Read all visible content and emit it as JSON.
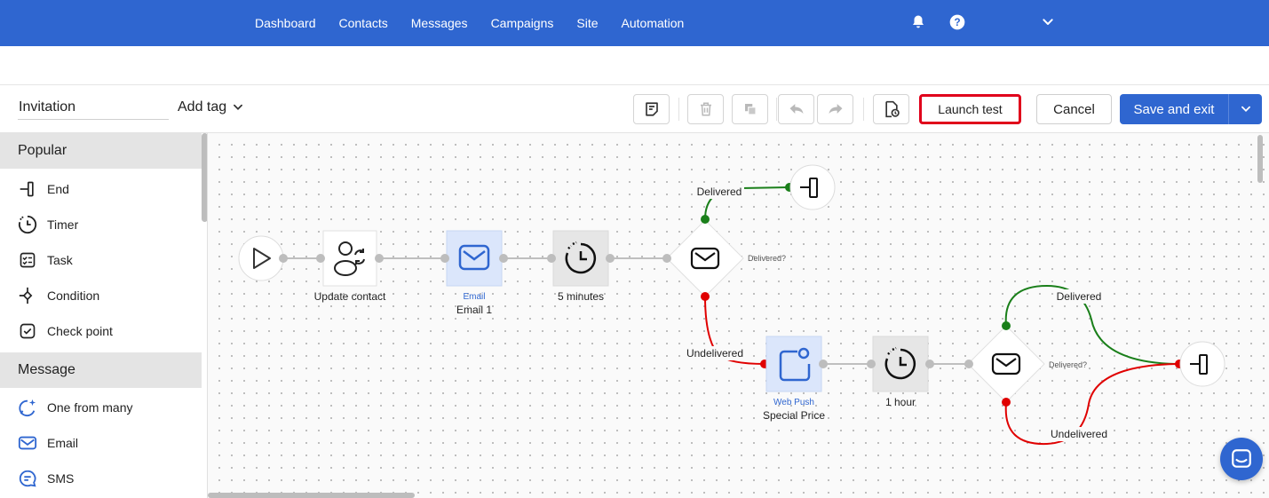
{
  "nav": {
    "items": [
      "Dashboard",
      "Contacts",
      "Messages",
      "Campaigns",
      "Site",
      "Automation"
    ],
    "icons": [
      "bell-icon",
      "help-icon",
      "chevron-down-icon"
    ]
  },
  "toolbar": {
    "name_value": "Invitation",
    "add_tag_label": "Add tag",
    "launch_test_label": "Launch test",
    "cancel_label": "Cancel",
    "save_label": "Save and exit",
    "icons": [
      "notes-icon",
      "trash-icon",
      "copy-icon",
      "undo-icon",
      "redo-icon",
      "restore-icon"
    ]
  },
  "sidebar": {
    "sections": [
      {
        "title": "Popular",
        "items": [
          {
            "label": "End",
            "icon": "end-icon"
          },
          {
            "label": "Timer",
            "icon": "timer-icon"
          },
          {
            "label": "Task",
            "icon": "task-icon"
          },
          {
            "label": "Condition",
            "icon": "condition-icon"
          },
          {
            "label": "Check point",
            "icon": "checkpoint-icon"
          }
        ]
      },
      {
        "title": "Message",
        "items": [
          {
            "label": "One from many",
            "icon": "sparkle-message-icon"
          },
          {
            "label": "Email",
            "icon": "email-icon"
          },
          {
            "label": "SMS",
            "icon": "sms-icon"
          }
        ]
      }
    ]
  },
  "flow": {
    "nodes": {
      "update_contact": {
        "label": "Update contact"
      },
      "email1": {
        "type": "Email",
        "label": "Email 1"
      },
      "timer1": {
        "label": "5 minutes"
      },
      "check1": {
        "label": "Delivered?"
      },
      "webpush": {
        "type": "Web Push",
        "label": "Special Price"
      },
      "timer2": {
        "label": "1 hour"
      },
      "check2": {
        "label": "Delivered?"
      }
    },
    "edges": {
      "delivered_1": "Delivered",
      "undelivered_1": "Undelivered",
      "delivered_2": "Delivered",
      "undelivered_2": "Undelivered"
    }
  },
  "colors": {
    "brand": "#2f66d0",
    "delivered": "#1a7f1a",
    "undelivered": "#e00000",
    "highlight": "#e0001b"
  }
}
